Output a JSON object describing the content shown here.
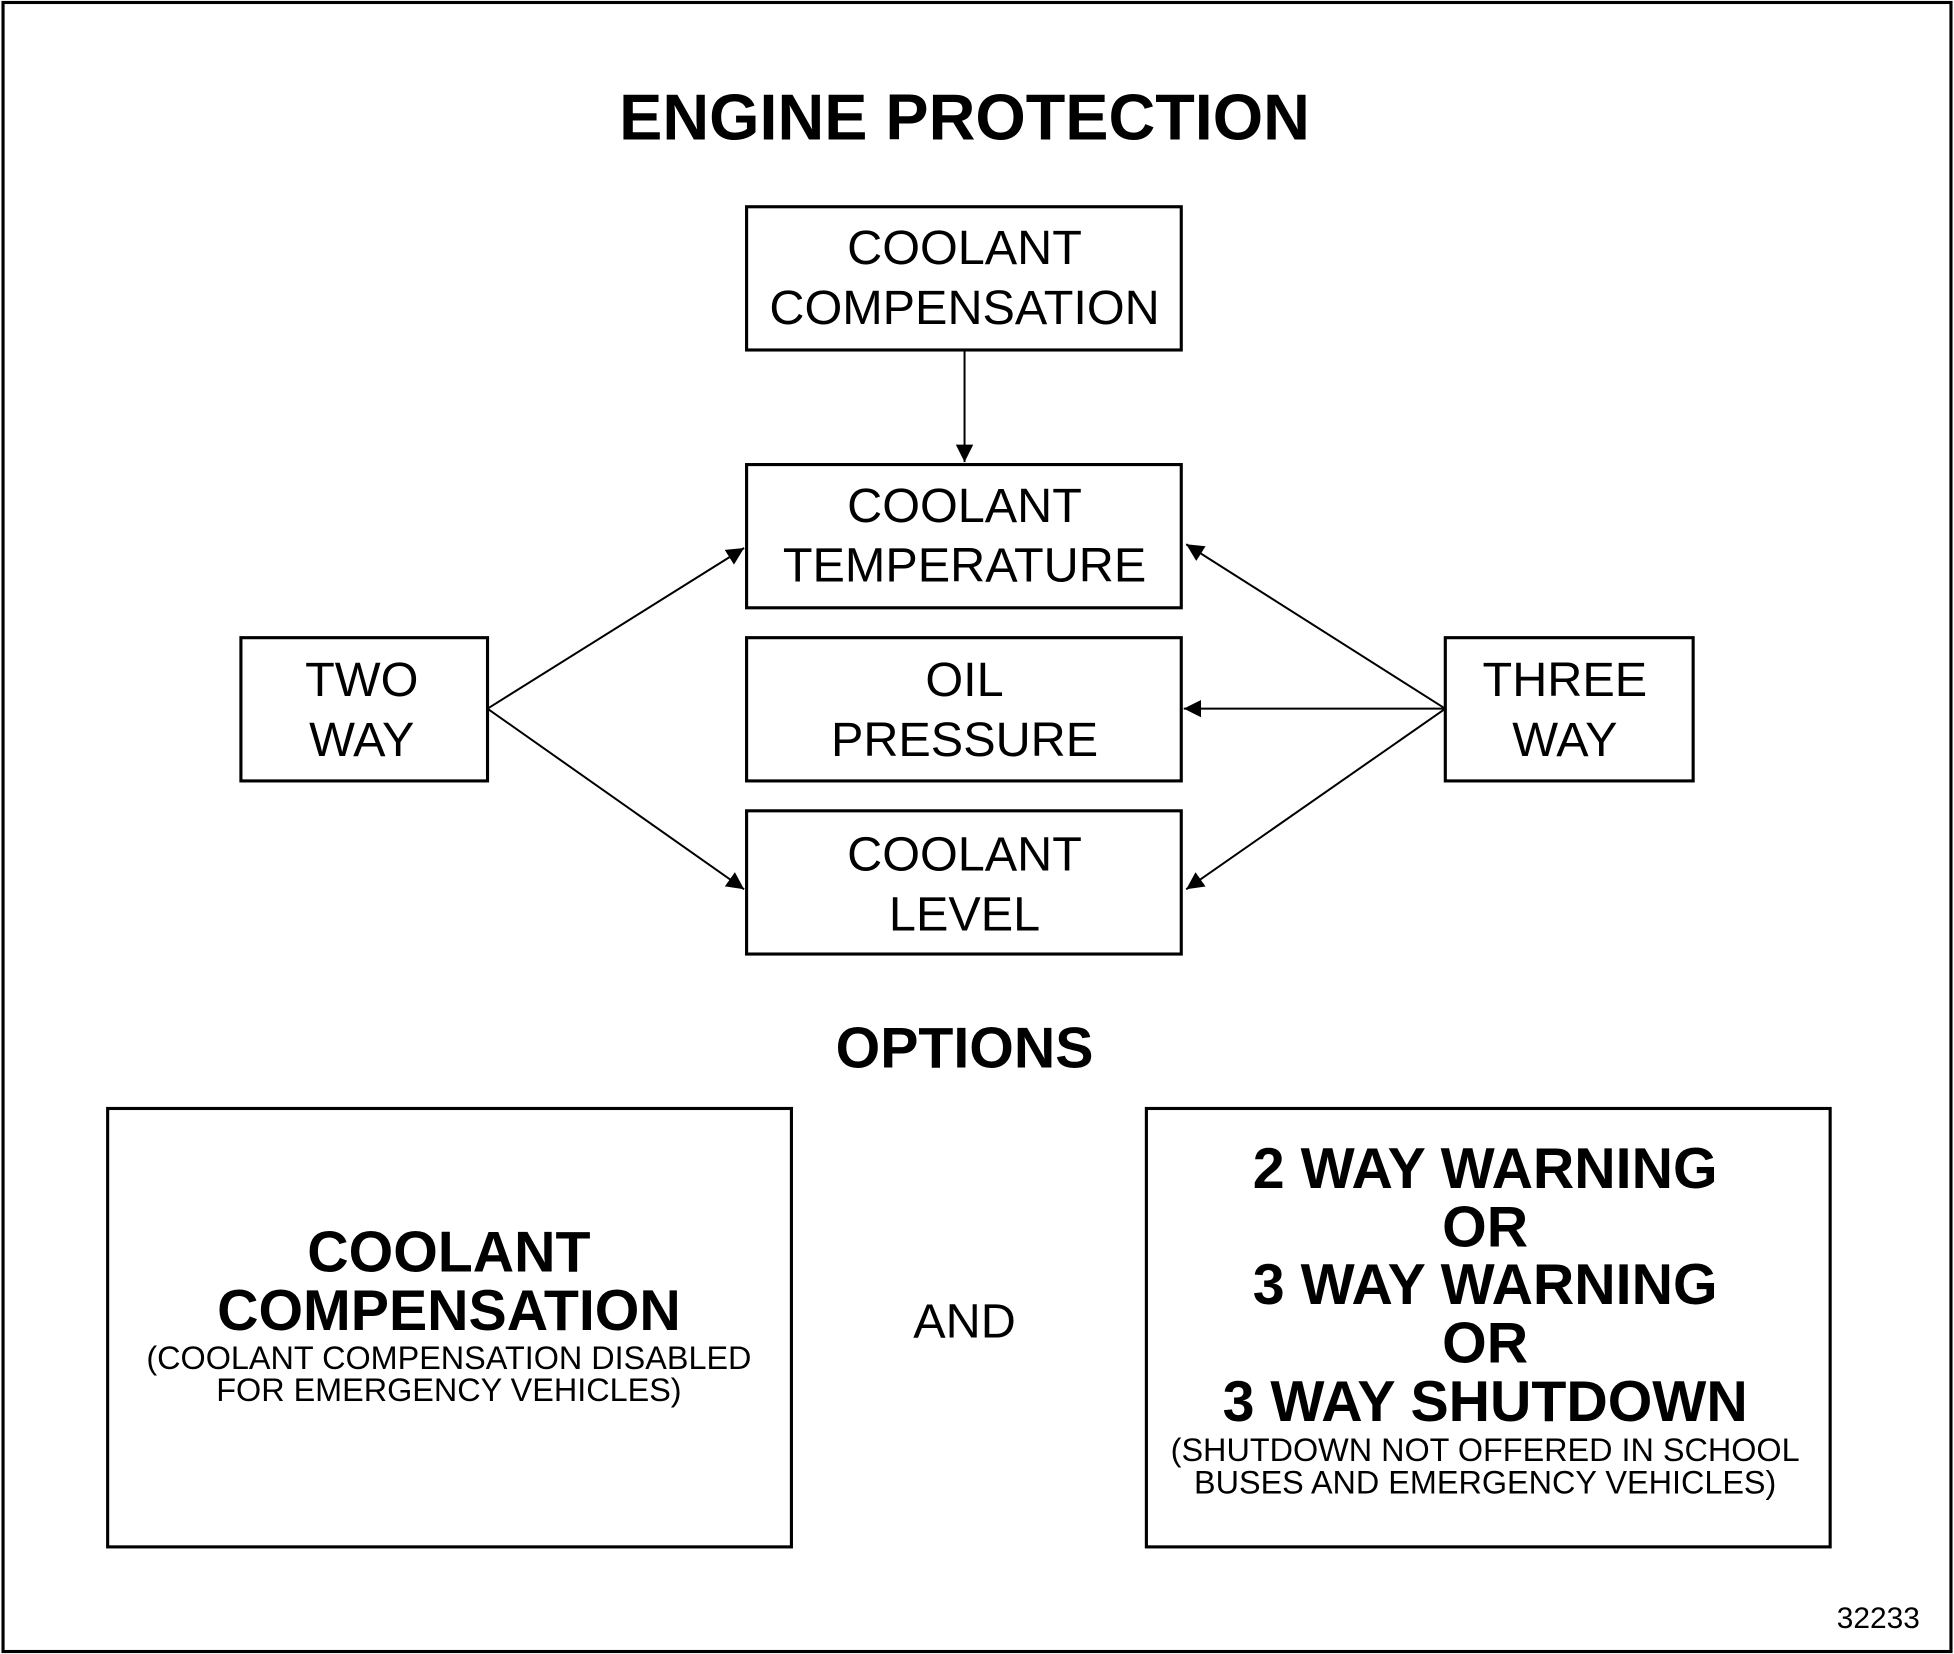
{
  "title": "ENGINE PROTECTION",
  "boxes": {
    "coolant_compensation": [
      "COOLANT",
      "COMPENSATION"
    ],
    "coolant_temperature": [
      "COOLANT",
      "TEMPERATURE"
    ],
    "oil_pressure": [
      "OIL",
      "PRESSURE"
    ],
    "coolant_level": [
      "COOLANT",
      "LEVEL"
    ],
    "two_way": [
      "TWO",
      "WAY"
    ],
    "three_way": [
      "THREE",
      "WAY"
    ]
  },
  "options": {
    "heading": "OPTIONS",
    "left": {
      "lines": [
        "COOLANT",
        "COMPENSATION"
      ],
      "note": [
        "(COOLANT COMPENSATION DISABLED",
        "FOR EMERGENCY VEHICLES)"
      ]
    },
    "connector": "AND",
    "right": {
      "lines": [
        "2 WAY WARNING",
        "OR",
        "3 WAY WARNING",
        "OR",
        "3 WAY SHUTDOWN"
      ],
      "note": [
        "(SHUTDOWN NOT OFFERED IN SCHOOL",
        "BUSES AND EMERGENCY VEHICLES)"
      ]
    }
  },
  "figure_number": "32233"
}
